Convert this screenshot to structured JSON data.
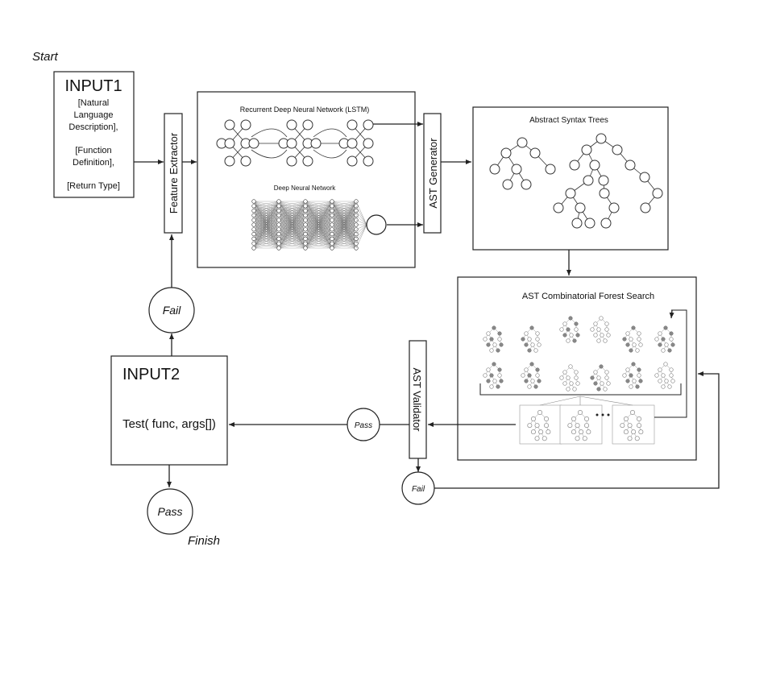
{
  "labels": {
    "start": "Start",
    "finish": "Finish",
    "input1_title": "INPUT1",
    "input1_line1": "[Natural",
    "input1_line2": "Language",
    "input1_line3": "Description],",
    "input1_line4": "[Function",
    "input1_line5": "Definition],",
    "input1_line6": "[Return Type]",
    "feature_extractor": "Feature Extractor",
    "rnn_title": "Recurrent Deep Neural Network (LSTM)",
    "dnn_title": "Deep Neural Network",
    "ast_generator": "AST Generator",
    "ast_trees_title": "Abstract Syntax Trees",
    "forest_title": "AST Combinatorial Forest Search",
    "ast_validator": "AST Validator",
    "pass_validator": "Pass",
    "fail_validator": "Fail",
    "input2_title": "INPUT2",
    "input2_test": "Test( func, args[])",
    "fail_input2": "Fail",
    "pass_final": "Pass"
  },
  "colors": {
    "stroke": "#222222",
    "background": "#ffffff",
    "forest_gray": "#888888"
  }
}
